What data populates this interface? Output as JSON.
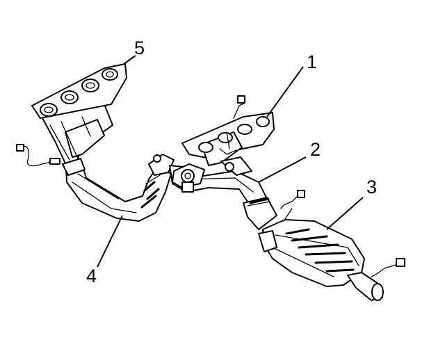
{
  "callouts": [
    {
      "id": "1",
      "label": "1"
    },
    {
      "id": "2",
      "label": "2"
    },
    {
      "id": "3",
      "label": "3"
    },
    {
      "id": "4",
      "label": "4"
    },
    {
      "id": "5",
      "label": "5"
    }
  ],
  "parts": [
    {
      "callout": "1",
      "icon": "rear-exhaust-manifold-icon"
    },
    {
      "callout": "2",
      "icon": "crossover-pipe-icon"
    },
    {
      "callout": "3",
      "icon": "catalytic-converter-icon"
    },
    {
      "callout": "4",
      "icon": "front-exhaust-pipe-icon"
    },
    {
      "callout": "5",
      "icon": "front-exhaust-manifold-icon"
    }
  ]
}
